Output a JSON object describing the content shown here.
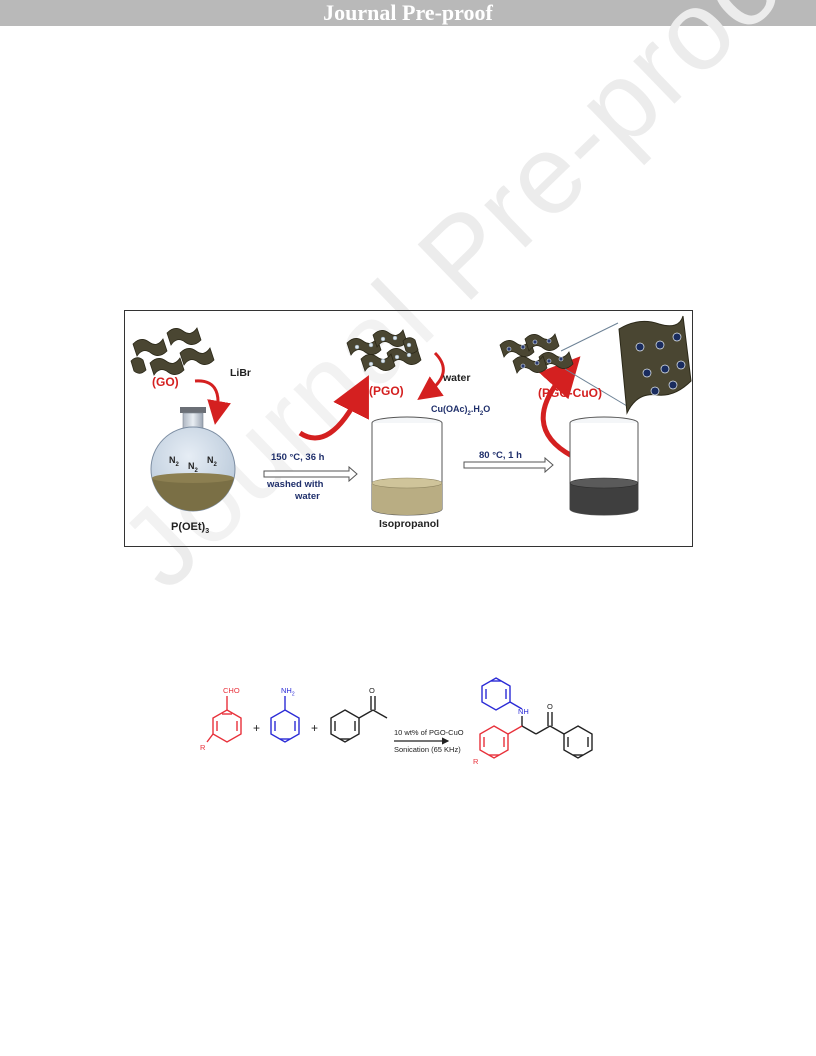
{
  "banner": {
    "text": "Journal Pre-proof"
  },
  "watermark": {
    "text": "Journal Pre-proof"
  },
  "scheme1": {
    "go_label": "(GO)",
    "libr_label": "LiBr",
    "n2_labels": [
      "N",
      "N",
      "N"
    ],
    "n2_sub": "2",
    "poet_label": "P(OEt)",
    "poet_sub": "3",
    "step1_top": "150 °C, 36 h",
    "step1_bottom_1": "washed with",
    "step1_bottom_2": "water",
    "pgo_label": "(PGO)",
    "water_label": "water",
    "cu_reagent_a": "Cu(OAc)",
    "cu_reagent_sub": "2",
    "cu_reagent_b": ".H",
    "cu_reagent_sub2": "2",
    "cu_reagent_c": "O",
    "isopropanol_label": "Isopropanol",
    "step2_top": "80 °C, 1 h",
    "pgocuo_label": "(PGO-CuO)",
    "colors": {
      "red": "#d42020",
      "navy": "#1f2f6b",
      "sheet": "#4a4632",
      "solvent": "#b9ad83"
    }
  },
  "scheme2": {
    "aldehyde_group": "CHO",
    "amine_group": "NH",
    "amine_sub": "2",
    "ketone_o": "O",
    "r_label": "R",
    "plus": "+",
    "condition_top": "10 wt% of PGO-CuO",
    "condition_bottom": "Sonication (65 KHz)",
    "product_nh": "NH",
    "product_o": "O",
    "product_r": "R",
    "colors": {
      "aldehyde": "#e8303a",
      "amine": "#2b2bd6",
      "ketone": "#222222"
    }
  }
}
